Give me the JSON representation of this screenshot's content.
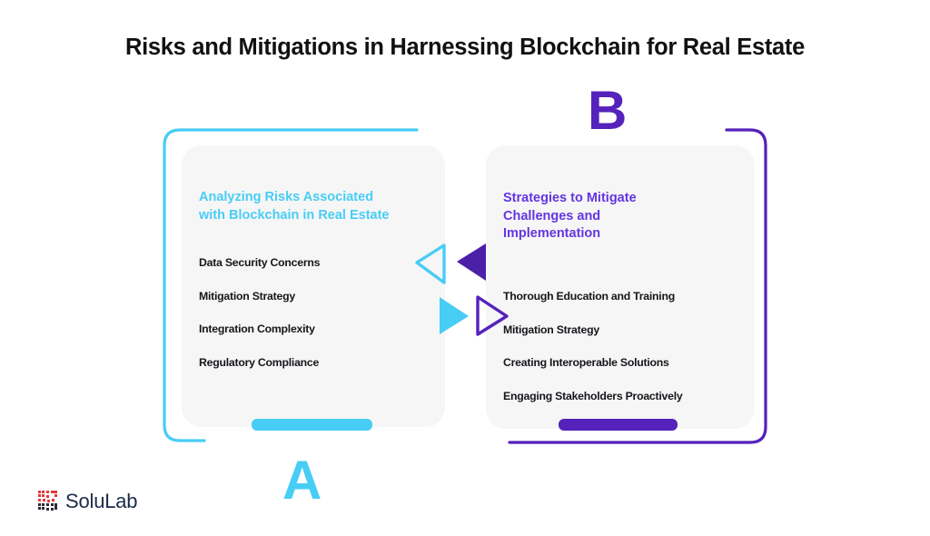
{
  "page": {
    "title": "Risks and Mitigations in Harnessing Blockchain for Real Estate",
    "background_color": "#ffffff"
  },
  "colors": {
    "cyan": "#48cdf5",
    "purple_dark": "#5522bb",
    "purple_heading": "#6336e0",
    "card_bg": "#f6f6f7",
    "text_dark": "#15171a",
    "logo_text": "#1d2b4a",
    "logo_mark": "#e03a3a"
  },
  "markers": {
    "letter_a": "A",
    "letter_b": "B"
  },
  "cards": [
    {
      "id": "left",
      "heading": "Analyzing Risks Associated with Blockchain in Real Estate",
      "heading_color": "#48cdf5",
      "accent_color": "#48cdf5",
      "items": [
        "Data Security Concerns",
        "Mitigation Strategy",
        "Integration Complexity",
        "Regulatory Compliance"
      ]
    },
    {
      "id": "right",
      "heading": "Strategies to Mitigate Challenges and Implementation",
      "heading_color": "#6336e0",
      "accent_color": "#5522bb",
      "items": [
        "Thorough Education and Training",
        "Mitigation Strategy",
        "Creating Interoperable Solutions",
        "Engaging Stakeholders Proactively"
      ]
    }
  ],
  "arrows": [
    {
      "name": "arrow-left-cyan-outline",
      "direction": "left",
      "style": "outline",
      "color": "#48cdf5"
    },
    {
      "name": "arrow-left-purple-filled",
      "direction": "left",
      "style": "filled",
      "color": "#4b1fa8"
    },
    {
      "name": "arrow-right-cyan-filled",
      "direction": "right",
      "style": "filled",
      "color": "#48cdf5"
    },
    {
      "name": "arrow-right-purple-outline",
      "direction": "right",
      "style": "outline",
      "color": "#5522bb"
    }
  ],
  "logo": {
    "text": "SoluLab",
    "mark_name": "solulab-qr-mark"
  }
}
